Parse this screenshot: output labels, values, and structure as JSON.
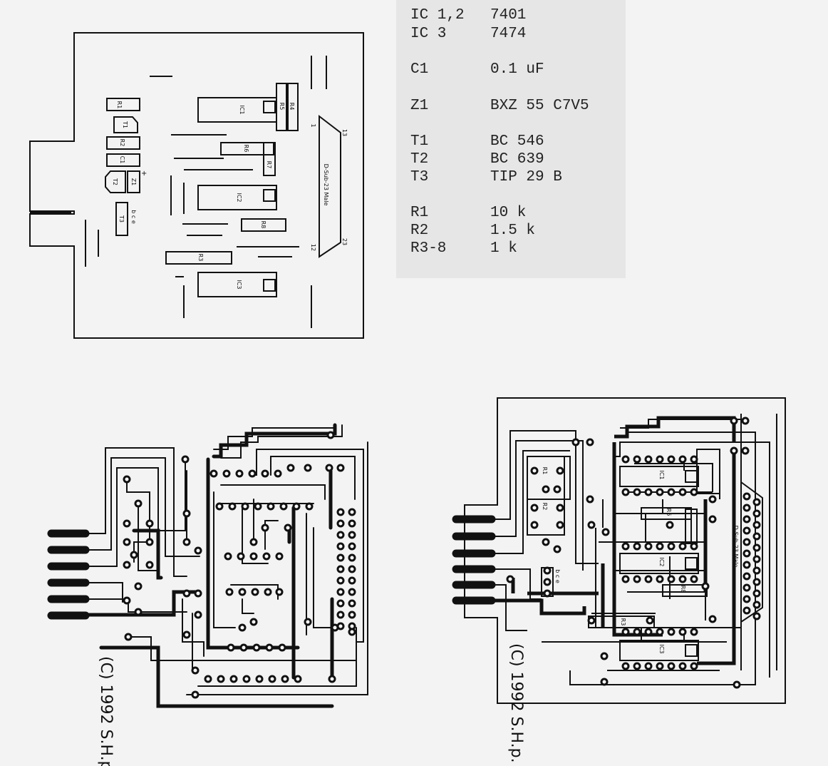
{
  "parts_list": [
    {
      "ref": "IC 1,2",
      "value": "7401"
    },
    {
      "ref": "IC 3",
      "value": "7474"
    },
    {
      "ref": "C1",
      "value": "0.1 uF"
    },
    {
      "ref": "Z1",
      "value": "BXZ 55 C7V5"
    },
    {
      "ref": "T1",
      "value": "BC 546"
    },
    {
      "ref": "T2",
      "value": "BC 639"
    },
    {
      "ref": "T3",
      "value": "TIP 29 B"
    },
    {
      "ref": "R1",
      "value": "10 k"
    },
    {
      "ref": "R2",
      "value": "1.5 k"
    },
    {
      "ref": "R3-8",
      "value": "1 k"
    }
  ],
  "placement": {
    "labels": {
      "r1": "R1",
      "t1": "T1",
      "r2": "R2",
      "c1": "C1",
      "t2": "T2",
      "z1": "Z1",
      "t3": "T3",
      "ic1": "IC1",
      "ic2": "IC2",
      "ic3": "IC3",
      "r4": "R4",
      "r5": "R5",
      "r6": "R6",
      "r7": "R7",
      "r8": "R8",
      "r3": "R3",
      "connector": "D-Sub-23 Male",
      "pin1": "1",
      "pin13": "13",
      "pin12": "12",
      "pin23": "23",
      "bce": "b c e",
      "plus": "+"
    }
  },
  "copyright": "(C) 1992 S.H.p.",
  "colors": {
    "ink": "#111111",
    "paper": "#f3f3f3",
    "paper_gray": "#e6e6e6"
  }
}
